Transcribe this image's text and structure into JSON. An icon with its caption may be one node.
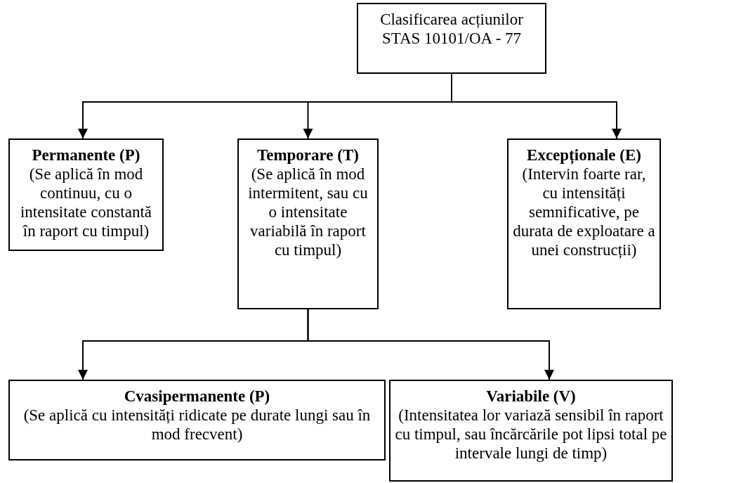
{
  "diagram": {
    "nodes": [
      {
        "text": [
          "Clasificarea acțiunilor STAS 10101/OA - 77"
        ]
      },
      {
        "text": [
          "Permanente (P)",
          "(Se aplică în mod continuu, cu o intensitate constantă în raport cu timpul)"
        ]
      },
      {
        "text": [
          "Temporare (T)",
          "(Se aplică în mod intermitent, sau cu o intensitate variabilă în raport cu timpul)"
        ]
      },
      {
        "text": [
          "Excepționale (E)",
          "(Intervin foarte rar, cu intensități semnificative, pe durata de exploatare a unei construcții)"
        ]
      },
      {
        "text": [
          "Cvasipermanente (P)",
          "(Se aplică cu intensități ridicate pe durate lungi sau în mod frecvent)"
        ]
      },
      {
        "text": [
          "Variabile (V)",
          "(Intensitatea lor variază sensibil în raport cu timpul, sau încărcările pot lipsi total pe intervale lungi de timp)"
        ]
      }
    ],
    "edges": [
      {
        "from": 0,
        "to": 1,
        "arrow": "to"
      },
      {
        "from": 0,
        "to": 2,
        "arrow": "to"
      },
      {
        "from": 0,
        "to": 3,
        "arrow": "to"
      },
      {
        "from": 2,
        "to": 4,
        "arrow": "to"
      },
      {
        "from": 2,
        "to": 5,
        "arrow": "to"
      }
    ]
  }
}
